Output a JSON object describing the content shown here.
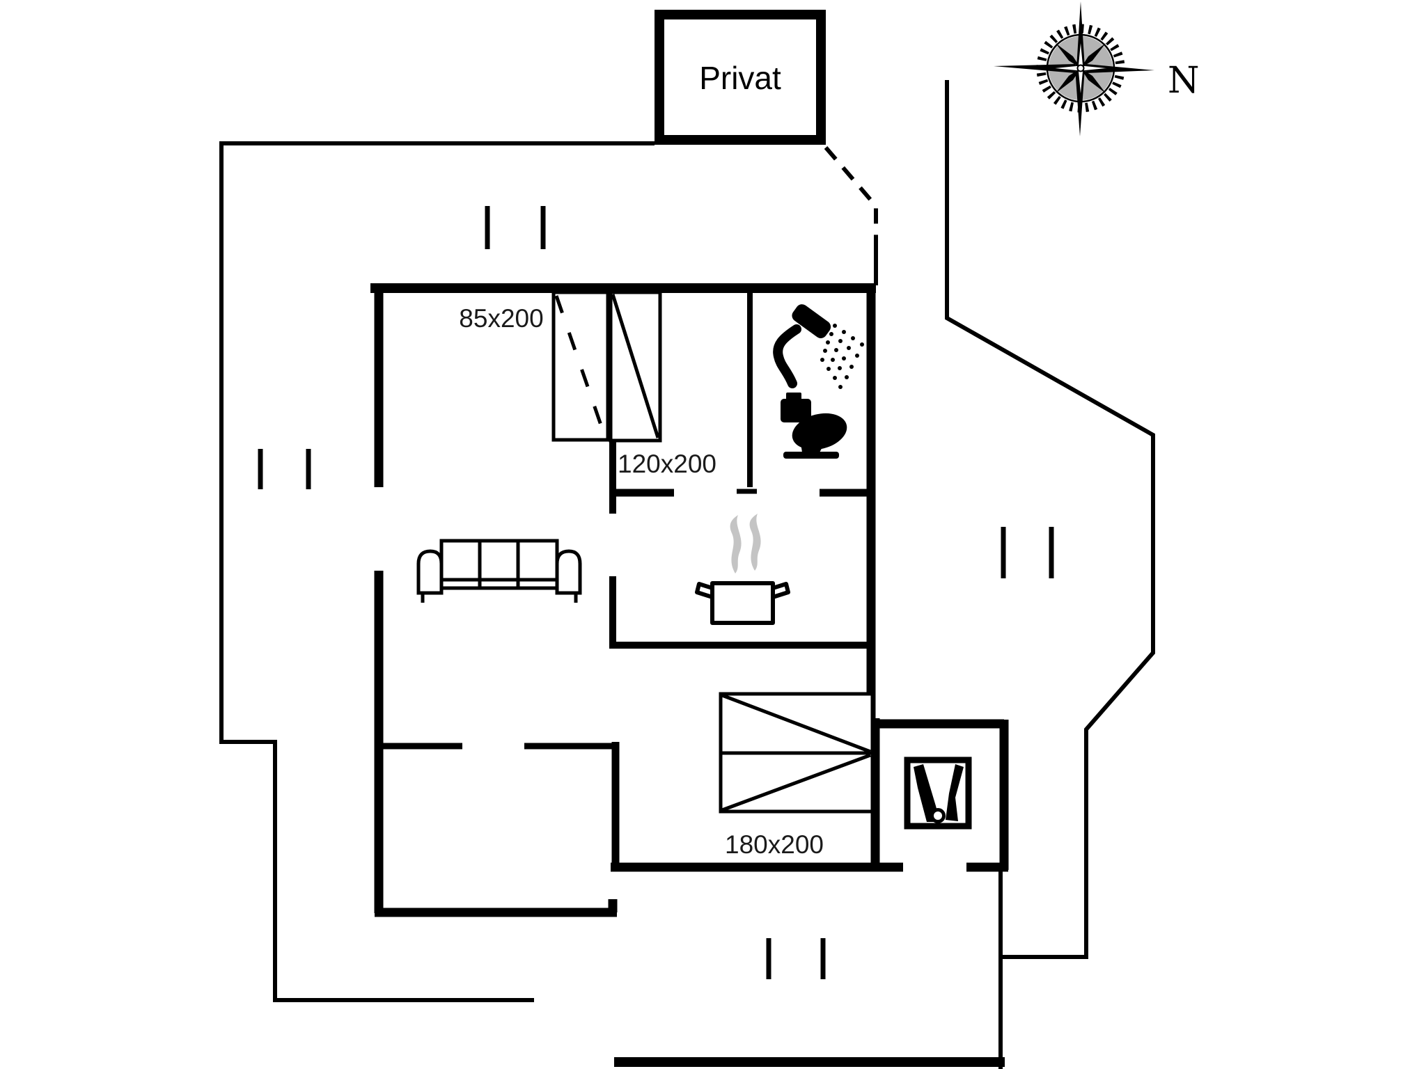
{
  "floorplan": {
    "background": "#ffffff",
    "wall_color": "#000000",
    "steam_color": "#c4c4c4",
    "private_label": "Privat",
    "compass": {
      "north_label": "N"
    },
    "bed_sizes": {
      "single": "85x200",
      "mid": "120x200",
      "double": "180x200"
    }
  }
}
